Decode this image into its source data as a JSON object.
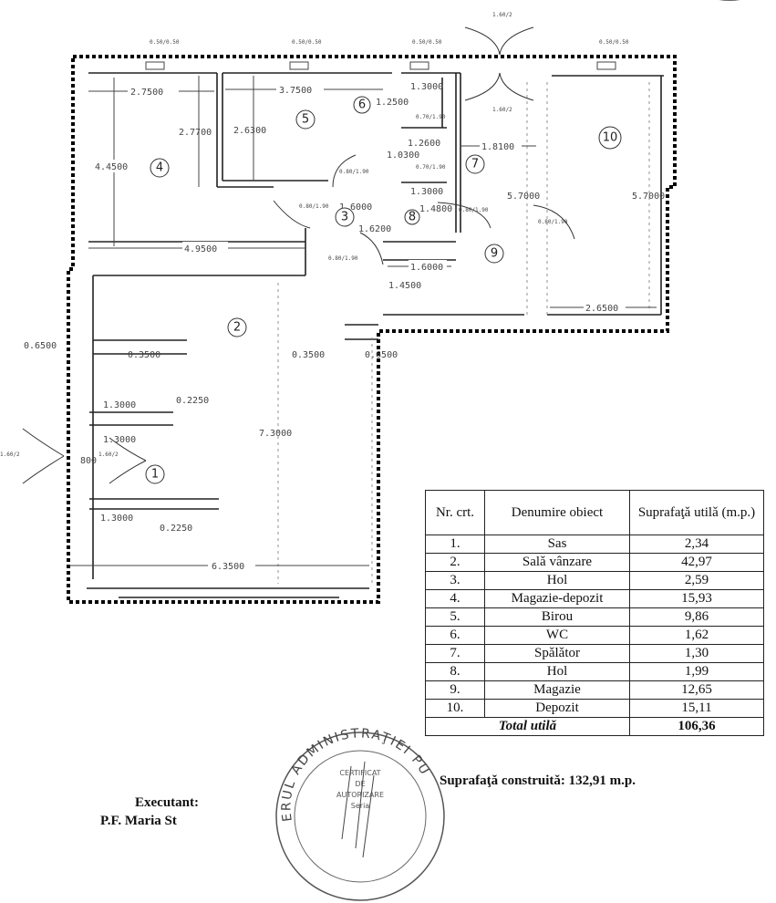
{
  "document": {
    "type": "floor plan",
    "executant_label": "Executant:",
    "executant_name": "P.F. Maria St"
  },
  "plan": {
    "rooms": [
      {
        "number": "1",
        "name": "Sas"
      },
      {
        "number": "2",
        "name": "Salǎ vânzare"
      },
      {
        "number": "3",
        "name": "Hol"
      },
      {
        "number": "4",
        "name": "Magazie-depozit"
      },
      {
        "number": "5",
        "name": "Birou"
      },
      {
        "number": "6",
        "name": "WC"
      },
      {
        "number": "7",
        "name": "Spǎlǎtor"
      },
      {
        "number": "8",
        "name": "Hol"
      },
      {
        "number": "9",
        "name": "Magazie"
      },
      {
        "number": "10",
        "name": "Depozit"
      }
    ],
    "dimensions": {
      "r4_width": "2.7500",
      "r4_height": "4.4500",
      "r45_wall": "2.7700",
      "r5_width": "3.7500",
      "r5_height": "2.6300",
      "r6_width": "1.3000",
      "r6_inner": "1.2500",
      "r7_width": "1.2600",
      "r7_inner": "1.0300",
      "r8_width": "1.3000",
      "hol_width": "1.6000",
      "hol_height": "1.6200",
      "r8_height": "1.4800",
      "corr_width": "1.8100",
      "r9_height": "5.7000",
      "r9_width": "1.6000",
      "r9_step": "1.4500",
      "r10_height": "5.7000",
      "r10_width": "2.6500",
      "r4_bottom": "4.9500",
      "r2_height": "7.3000",
      "r2_width": "6.3500",
      "left_off": "0.6500",
      "left_wall": "0.3500",
      "right_wall": "0.3500",
      "right_off": "0.6500",
      "sas_w1": "1.3000",
      "sas_w2": "1.3000",
      "sas_w3": "1.3000",
      "sas_t1": "0.2250",
      "sas_t2": "0.2250",
      "sas_side": "800"
    },
    "windows": [
      "0.50/0.50",
      "0.50/0.50",
      "0.50/0.50",
      "0.50/0.50"
    ],
    "doors": {
      "entry": "1.60/2",
      "entry_inner": "1.60/2",
      "main_top": "1.60/2",
      "main_top_inner": "1.60/2",
      "standard": "0.80/1.90",
      "wc": "0.70/1.90"
    }
  },
  "area_table": {
    "headers": {
      "nr": "Nr. crt.",
      "name": "Denumire obiect",
      "area": "Suprafaţǎ utilǎ (m.p.)"
    },
    "rows": [
      {
        "nr": "1.",
        "name": "Sas",
        "area": "2,34"
      },
      {
        "nr": "2.",
        "name": "Salǎ vânzare",
        "area": "42,97"
      },
      {
        "nr": "3.",
        "name": "Hol",
        "area": "2,59"
      },
      {
        "nr": "4.",
        "name": "Magazie-depozit",
        "area": "15,93"
      },
      {
        "nr": "5.",
        "name": "Birou",
        "area": "9,86"
      },
      {
        "nr": "6.",
        "name": "WC",
        "area": "1,62"
      },
      {
        "nr": "7.",
        "name": "Spǎlǎtor",
        "area": "1,30"
      },
      {
        "nr": "8.",
        "name": "Hol",
        "area": "1,99"
      },
      {
        "nr": "9.",
        "name": "Magazie",
        "area": "12,65"
      },
      {
        "nr": "10.",
        "name": "Depozit",
        "area": "15,11"
      }
    ],
    "total_label": "Total utilǎ",
    "total_value": "106,36"
  },
  "built_area": {
    "label": "Suprafaţǎ construitǎ:",
    "value": "132,91 m.p."
  },
  "stamp": {
    "ring_text": "ERUL ADMINISTRAŢIEI PU",
    "inner_lines": [
      "CERTIFICAT",
      "DE",
      "AUTORIZARE",
      "Seria"
    ]
  }
}
